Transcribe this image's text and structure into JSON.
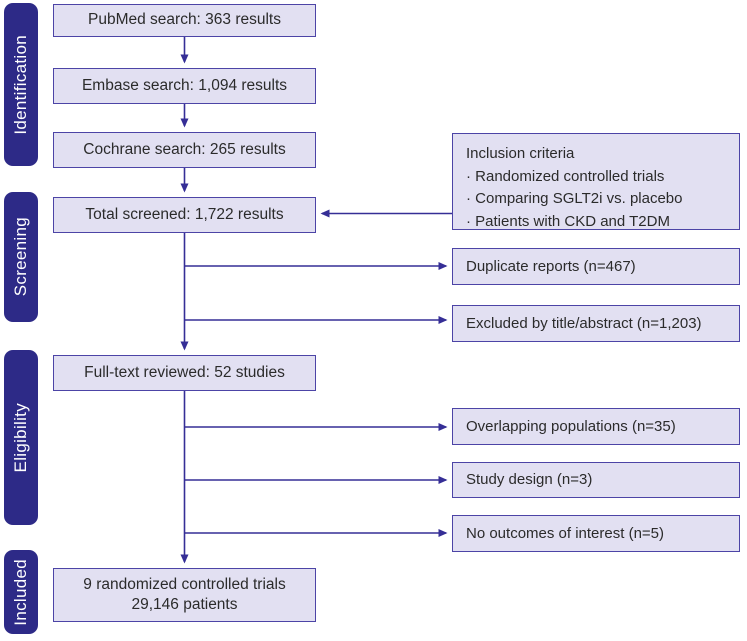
{
  "colors": {
    "pill-bg": "#2d2a87",
    "pill-text": "#ffffff",
    "box-fill": "#e2e0f2",
    "box-border": "#4c44a6",
    "arrow": "#352e96",
    "box-text": "#2b2b2b",
    "background": "#ffffff"
  },
  "stages": {
    "identification": "Identification",
    "screening": "Screening",
    "eligibility": "Eligibility",
    "included": "Included"
  },
  "flow": {
    "pubmed": "PubMed search: 363 results",
    "embase": "Embase search: 1,094 results",
    "cochrane": "Cochrane search: 265 results",
    "total_screened": "Total screened: 1,722 results",
    "fulltext": "Full-text reviewed: 52 studies",
    "included_line1": "9 randomized controlled trials",
    "included_line2": "29,146 patients"
  },
  "criteria": {
    "title": "Inclusion criteria",
    "item1": "· Randomized controlled trials",
    "item2": "· Comparing SGLT2i vs. placebo",
    "item3": "· Patients with CKD and T2DM"
  },
  "exclusions": {
    "duplicates": "Duplicate reports (n=467)",
    "title_abstract": "Excluded by title/abstract (n=1,203)",
    "overlapping": "Overlapping populations (n=35)",
    "study_design": "Study design (n=3)",
    "no_outcomes": "No outcomes of interest (n=5)"
  }
}
